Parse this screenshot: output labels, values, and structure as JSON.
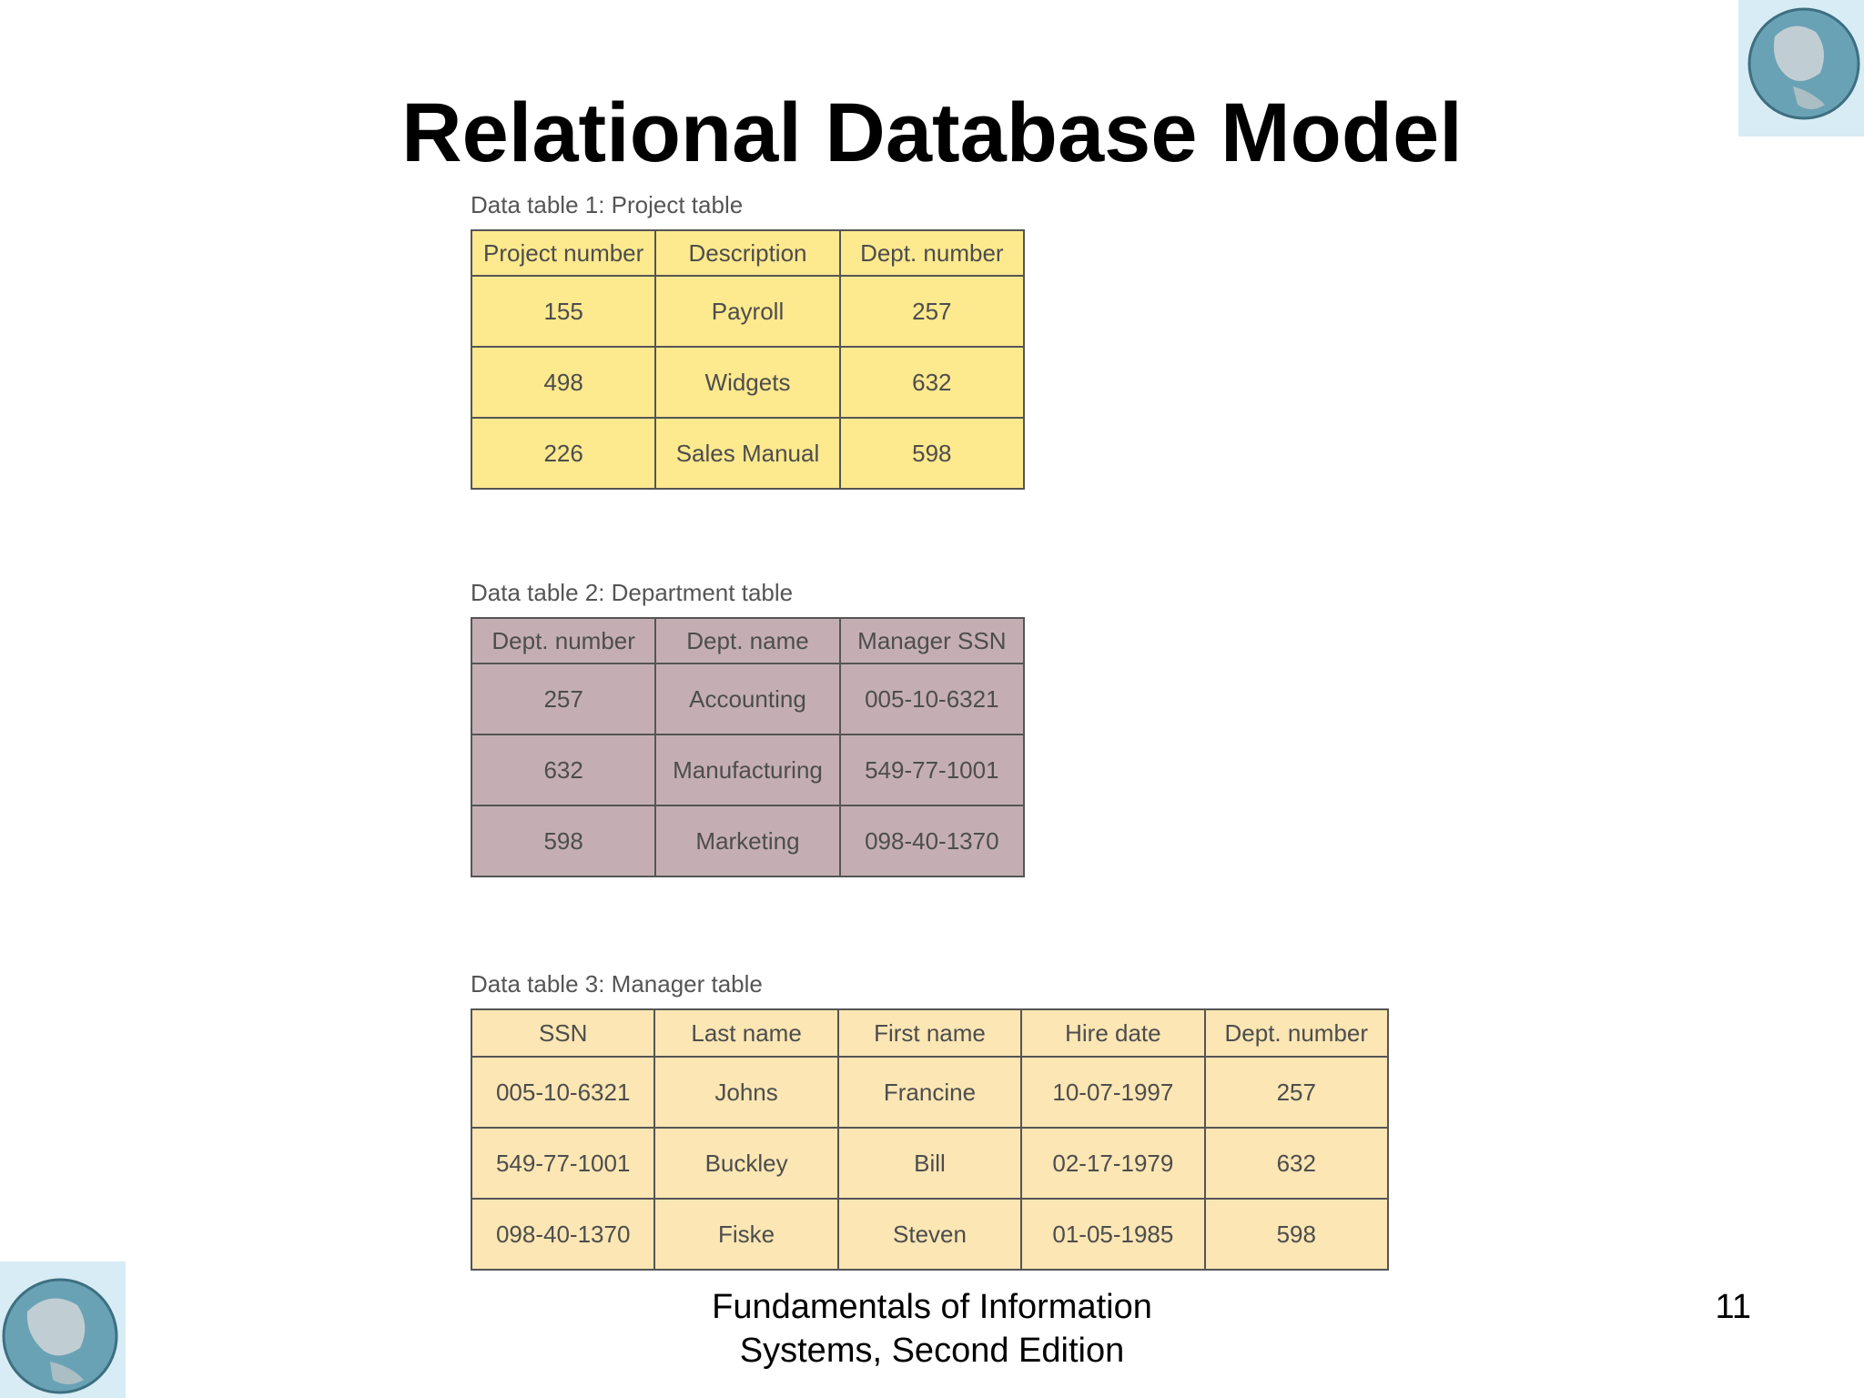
{
  "slide": {
    "title": "Relational Database Model",
    "footer_line1": "Fundamentals of Information",
    "footer_line2": "Systems, Second Edition",
    "page_number": "11"
  },
  "table1": {
    "caption": "Data table 1: Project table",
    "headers": [
      "Project number",
      "Description",
      "Dept. number"
    ],
    "rows": [
      [
        "155",
        "Payroll",
        "257"
      ],
      [
        "498",
        "Widgets",
        "632"
      ],
      [
        "226",
        "Sales Manual",
        "598"
      ]
    ]
  },
  "table2": {
    "caption": "Data table 2: Department table",
    "headers": [
      "Dept. number",
      "Dept. name",
      "Manager SSN"
    ],
    "rows": [
      [
        "257",
        "Accounting",
        "005-10-6321"
      ],
      [
        "632",
        "Manufacturing",
        "549-77-1001"
      ],
      [
        "598",
        "Marketing",
        "098-40-1370"
      ]
    ]
  },
  "table3": {
    "caption": "Data table 3: Manager table",
    "headers": [
      "SSN",
      "Last name",
      "First name",
      "Hire date",
      "Dept. number"
    ],
    "rows": [
      [
        "005-10-6321",
        "Johns",
        "Francine",
        "10-07-1997",
        "257"
      ],
      [
        "549-77-1001",
        "Buckley",
        "Bill",
        "02-17-1979",
        "632"
      ],
      [
        "098-40-1370",
        "Fiske",
        "Steven",
        "01-05-1985",
        "598"
      ]
    ]
  },
  "colors": {
    "table1_fill": "#fde98e",
    "table2_fill": "#c4aeb4",
    "table3_fill": "#fbe6b4"
  },
  "icons": [
    "globe-icon"
  ]
}
